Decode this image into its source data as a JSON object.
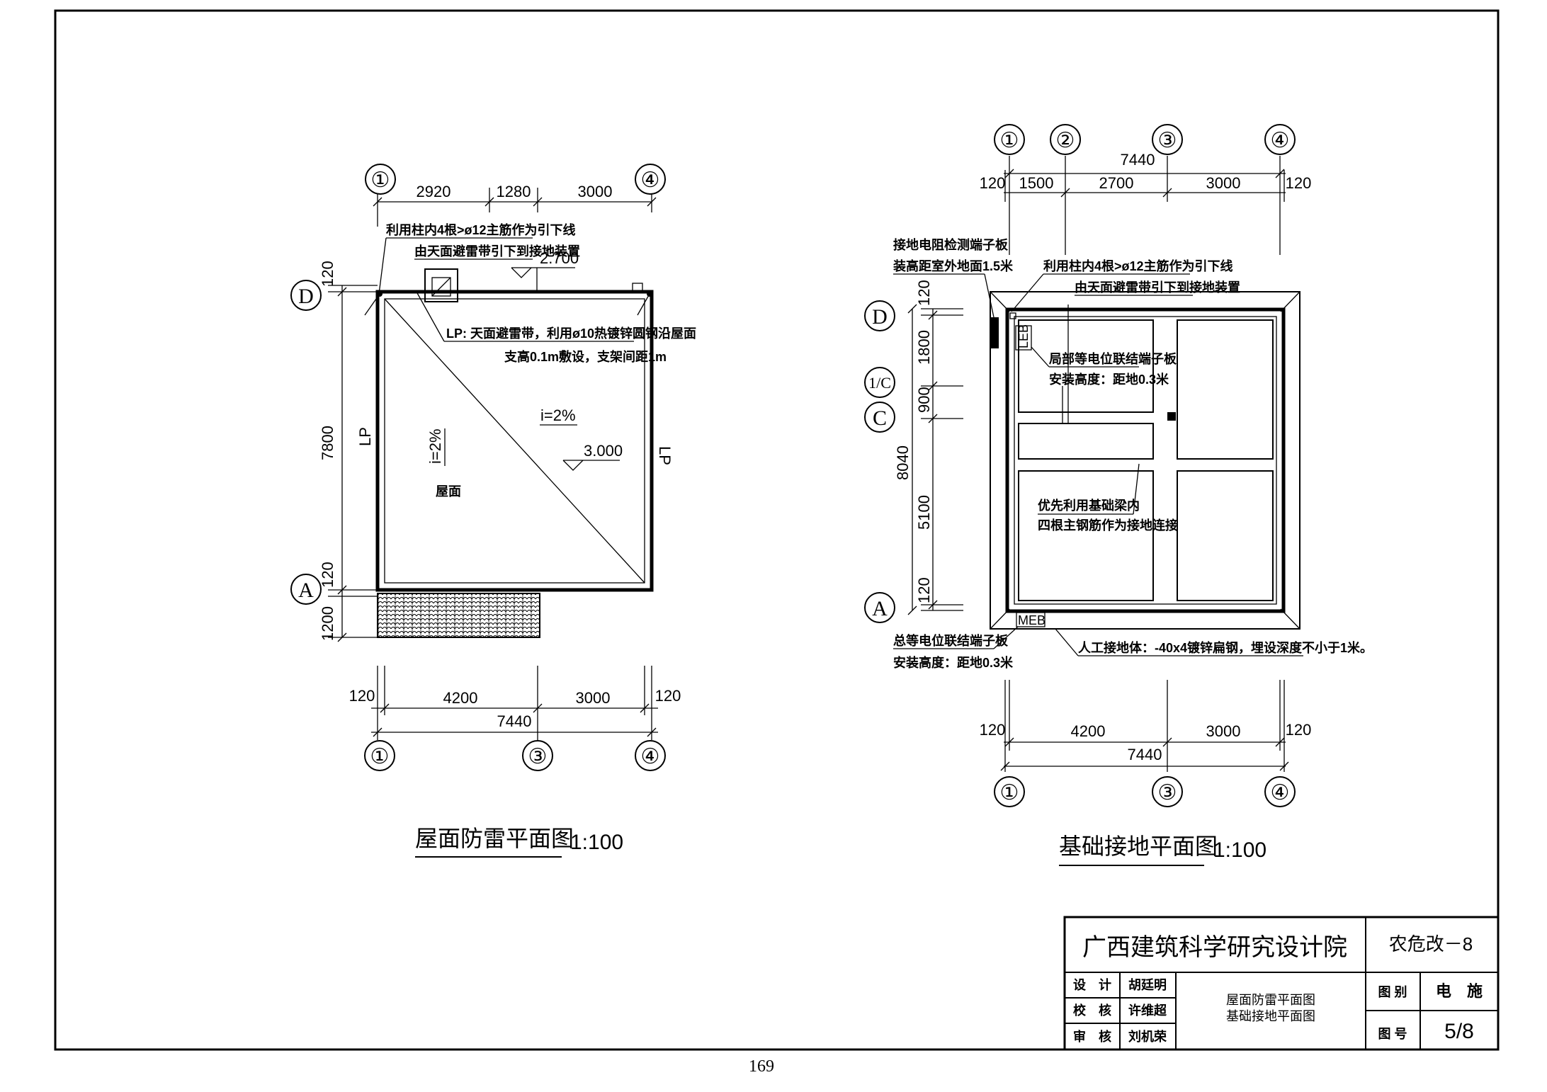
{
  "roof_plan": {
    "title": "屋面防雷平面图",
    "scale": "1:100",
    "top_dims": [
      "2920",
      "1280",
      "3000"
    ],
    "bottom_dims": [
      "120",
      "4200",
      "3000",
      "120"
    ],
    "bottom_total": "7440",
    "left_dims": [
      "120",
      "7800",
      "120",
      "1200"
    ],
    "axes_top": [
      "①",
      "④"
    ],
    "axes_bottom": [
      "①",
      "③",
      "④"
    ],
    "axes_left": [
      "D",
      "A"
    ],
    "note_downlead_1": "利用柱内4根>ø12主筋作为引下线",
    "note_downlead_2": "由天面避雷带引下到接地装置",
    "elev_1": "2.700",
    "note_lp_1": "LP: 天面避雷带，利用ø10热镀锌圆钢沿屋面",
    "note_lp_2": "支高0.1m敷设，支架间距1m",
    "slope_1": "i=2%",
    "slope_2": "i=2%",
    "elev_2": "3.000",
    "roof_label": "屋面",
    "lp_left": "LP",
    "lp_right": "LP"
  },
  "ground_plan": {
    "title": "基础接地平面图",
    "scale": "1:100",
    "top_total": "7440",
    "top_dims": [
      "120",
      "1500",
      "2700",
      "3000",
      "120"
    ],
    "bottom_dims": [
      "120",
      "4200",
      "3000",
      "120"
    ],
    "bottom_total": "7440",
    "left_dims": [
      "120",
      "1800",
      "900",
      "5100",
      "120"
    ],
    "left_total": "8040",
    "axes_top": [
      "①",
      "②",
      "③",
      "④"
    ],
    "axes_bottom": [
      "①",
      "③",
      "④"
    ],
    "axes_left": [
      "D",
      "1/C",
      "C",
      "A"
    ],
    "note_test_1": "接地电阻检测端子板",
    "note_test_2": "装高距室外地面1.5米",
    "note_downlead_1": "利用柱内4根>ø12主筋作为引下线",
    "note_downlead_2": "由天面避雷带引下到接地装置",
    "note_leb_1": "局部等电位联结端子板",
    "note_leb_2": "安装高度：距地0.3米",
    "leb_label": "LEB",
    "note_found_1": "优先利用基础梁内",
    "note_found_2": "四根主钢筋作为接地连接",
    "meb_label": "MEB",
    "note_meb_1": "总等电位联结端子板",
    "note_meb_2": "安装高度：距地0.3米",
    "note_artificial": "人工接地体：-40x4镀锌扁钢，埋设深度不小于1米。"
  },
  "title_block": {
    "institute": "广西建筑科学研究设计院",
    "project_code": "农危改－8",
    "rows": [
      {
        "role": "设　计",
        "name": "胡廷明"
      },
      {
        "role": "校　核",
        "name": "许维超"
      },
      {
        "role": "审　核",
        "name": "刘机荣"
      }
    ],
    "drawing_title_1": "屋面防雷平面图",
    "drawing_title_2": "基础接地平面图",
    "category_label": "图 别",
    "category_value": "电　施",
    "number_label": "图 号",
    "number_value": "5/8"
  },
  "page_number": "169"
}
